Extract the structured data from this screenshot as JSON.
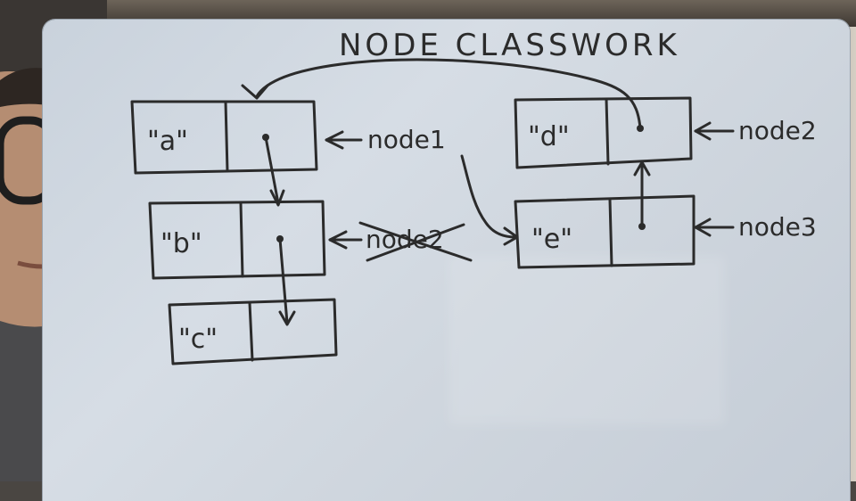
{
  "title": "NODE CLASSWORK",
  "nodes": {
    "a": "\"a\"",
    "b": "\"b\"",
    "c": "\"c\"",
    "d": "\"d\"",
    "e": "\"e\""
  },
  "labels": {
    "node1": "node1",
    "node2_struck": "node2",
    "node2": "node2",
    "node3": "node3"
  },
  "colors": {
    "ink": "#2b2b2b",
    "board": "#d3dae2"
  }
}
